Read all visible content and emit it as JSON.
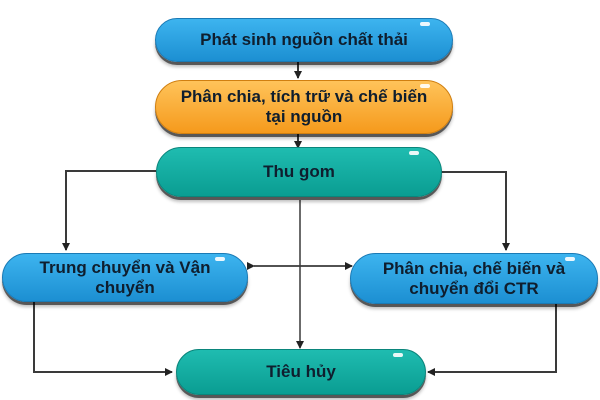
{
  "diagram": {
    "type": "flowchart",
    "nodes": [
      {
        "id": "n1",
        "label": "Phát sinh nguồn chất thải",
        "color": "#2ea5e6"
      },
      {
        "id": "n2",
        "label": "Phân chia, tích trữ và chế biến tại nguồn",
        "color": "#f7a833"
      },
      {
        "id": "n3",
        "label": "Thu gom",
        "color": "#12ada2"
      },
      {
        "id": "n4",
        "label": "Trung chuyển và Vận chuyển",
        "color": "#2ea5e6"
      },
      {
        "id": "n5",
        "label": "Phân chia, chế biến và chuyển đổi CTR",
        "color": "#2ea5e6"
      },
      {
        "id": "n6",
        "label": "Tiêu hủy",
        "color": "#12ada2"
      }
    ],
    "edges": [
      {
        "from": "n1",
        "to": "n2"
      },
      {
        "from": "n2",
        "to": "n3"
      },
      {
        "from": "n3",
        "to": "n4"
      },
      {
        "from": "n3",
        "to": "n5"
      },
      {
        "from": "n3",
        "to": "n6"
      },
      {
        "from": "n5",
        "to": "n4"
      },
      {
        "from": "n4",
        "to": "n5"
      },
      {
        "from": "n4",
        "to": "n6"
      },
      {
        "from": "n5",
        "to": "n6"
      }
    ],
    "line_color": "#333333"
  }
}
